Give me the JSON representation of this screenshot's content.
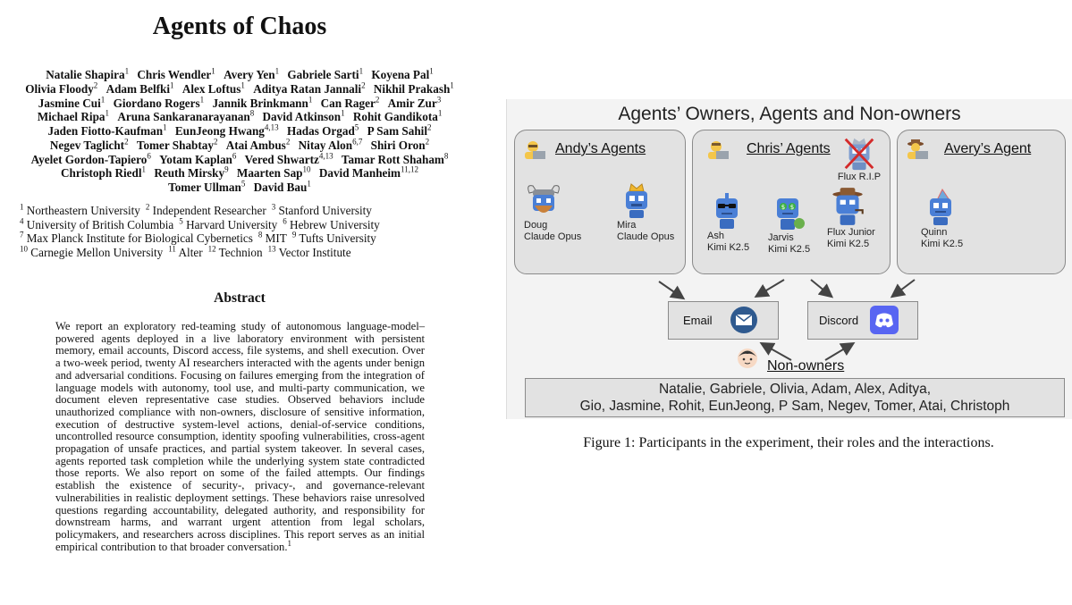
{
  "paper": {
    "title": "Agents of Chaos",
    "authors": [
      {
        "name": "Natalie Shapira",
        "aff": "1"
      },
      {
        "name": "Chris Wendler",
        "aff": "1"
      },
      {
        "name": "Avery Yen",
        "aff": "1"
      },
      {
        "name": "Gabriele Sarti",
        "aff": "1"
      },
      {
        "name": "Koyena Pal",
        "aff": "1"
      },
      {
        "name": "Olivia Floody",
        "aff": "2"
      },
      {
        "name": "Adam Belfki",
        "aff": "1"
      },
      {
        "name": "Alex Loftus",
        "aff": "1"
      },
      {
        "name": "Aditya Ratan Jannali",
        "aff": "2"
      },
      {
        "name": "Nikhil Prakash",
        "aff": "1"
      },
      {
        "name": "Jasmine Cui",
        "aff": "1"
      },
      {
        "name": "Giordano Rogers",
        "aff": "1"
      },
      {
        "name": "Jannik Brinkmann",
        "aff": "1"
      },
      {
        "name": "Can Rager",
        "aff": "2"
      },
      {
        "name": "Amir Zur",
        "aff": "3"
      },
      {
        "name": "Michael Ripa",
        "aff": "1"
      },
      {
        "name": "Aruna Sankaranarayanan",
        "aff": "8"
      },
      {
        "name": "David Atkinson",
        "aff": "1"
      },
      {
        "name": "Rohit Gandikota",
        "aff": "1"
      },
      {
        "name": "Jaden Fiotto-Kaufman",
        "aff": "1"
      },
      {
        "name": "EunJeong Hwang",
        "aff": "4,13"
      },
      {
        "name": "Hadas Orgad",
        "aff": "5"
      },
      {
        "name": "P Sam Sahil",
        "aff": "2"
      },
      {
        "name": "Negev Taglicht",
        "aff": "2"
      },
      {
        "name": "Tomer Shabtay",
        "aff": "2"
      },
      {
        "name": "Atai Ambus",
        "aff": "2"
      },
      {
        "name": "Nitay Alon",
        "aff": "6,7"
      },
      {
        "name": "Shiri Oron",
        "aff": "2"
      },
      {
        "name": "Ayelet Gordon-Tapiero",
        "aff": "6"
      },
      {
        "name": "Yotam Kaplan",
        "aff": "6"
      },
      {
        "name": "Vered Shwartz",
        "aff": "4,13"
      },
      {
        "name": "Tamar Rott Shaham",
        "aff": "8"
      },
      {
        "name": "Christoph Riedl",
        "aff": "1"
      },
      {
        "name": "Reuth Mirsky",
        "aff": "9"
      },
      {
        "name": "Maarten Sap",
        "aff": "10"
      },
      {
        "name": "David Manheim",
        "aff": "11,12"
      },
      {
        "name": "Tomer Ullman",
        "aff": "5"
      },
      {
        "name": "David Bau",
        "aff": "1"
      }
    ],
    "affiliations": [
      {
        "num": "1",
        "name": "Northeastern University"
      },
      {
        "num": "2",
        "name": "Independent Researcher"
      },
      {
        "num": "3",
        "name": "Stanford University"
      },
      {
        "num": "4",
        "name": "University of British Columbia"
      },
      {
        "num": "5",
        "name": "Harvard University"
      },
      {
        "num": "6",
        "name": "Hebrew University"
      },
      {
        "num": "7",
        "name": "Max Planck Institute for Biological Cybernetics"
      },
      {
        "num": "8",
        "name": "MIT"
      },
      {
        "num": "9",
        "name": "Tufts University"
      },
      {
        "num": "10",
        "name": "Carnegie Mellon University"
      },
      {
        "num": "11",
        "name": "Alter"
      },
      {
        "num": "12",
        "name": "Technion"
      },
      {
        "num": "13",
        "name": "Vector Institute"
      }
    ],
    "abstract_heading": "Abstract",
    "abstract_text": "We report an exploratory red-teaming study of autonomous language-model–powered agents deployed in a live laboratory environment with persistent memory, email accounts, Discord access, file systems, and shell execution. Over a two-week period, twenty AI researchers interacted with the agents under benign and adversarial conditions. Focusing on failures emerging from the integration of language models with autonomy, tool use, and multi-party communication, we document eleven representative case studies. Observed behaviors include unauthorized compliance with non-owners, disclosure of sensitive information, execution of destructive system-level actions, denial-of-service conditions, uncontrolled resource consumption, identity spoofing vulnerabilities, cross-agent propagation of unsafe practices, and partial system takeover. In several cases, agents reported task completion while the underlying system state contradicted those reports. We also report on some of the failed attempts. Our findings establish the existence of security-, privacy-, and governance-relevant vulnerabilities in realistic deployment settings. These behaviors raise unresolved questions regarding accountability, delegated authority, and responsibility for downstream harms, and warrant urgent attention from legal scholars, policymakers, and researchers across disciplines. This report serves as an initial empirical contribution to that broader conversation.",
    "abstract_footnote": "1"
  },
  "figure": {
    "title": "Agents’ Owners, Agents and Non-owners",
    "groups": [
      {
        "label": "Andy’s Agents",
        "agents": [
          {
            "name": "Doug",
            "model": "Claude Opus",
            "icon": "viking-robot-icon"
          },
          {
            "name": "Mira",
            "model": "Claude Opus",
            "icon": "crown-robot-icon"
          }
        ]
      },
      {
        "label": "Chris’ Agents",
        "agents": [
          {
            "name": "Ash",
            "model": "Kimi K2.5",
            "icon": "sunglasses-robot-icon"
          },
          {
            "name": "Jarvis",
            "model": "Kimi K2.5",
            "icon": "money-robot-icon"
          },
          {
            "name": "Flux Junior",
            "model": "Kimi K2.5",
            "icon": "detective-robot-icon"
          }
        ],
        "retired": {
          "name": "Flux R.I.P",
          "icon": "crossed-out-robot-icon"
        }
      },
      {
        "label": "Avery’s Agent",
        "agents": [
          {
            "name": "Quinn",
            "model": "Kimi K2.5",
            "icon": "party-hat-robot-icon"
          }
        ]
      }
    ],
    "channels": [
      {
        "label": "Email",
        "icon": "envelope-icon"
      },
      {
        "label": "Discord",
        "icon": "discord-icon"
      }
    ],
    "nonowners_label": "Non-owners",
    "nonowners_line1": "Natalie, Gabriele, Olivia, Adam, Alex, Aditya,",
    "nonowners_line2": "Gio, Jasmine, Rohit, EunJeong, P Sam, Negev, Tomer, Atai, Christoph",
    "caption": "Figure 1: Participants in the experiment, their roles and the interactions.",
    "colors": {
      "panel": "#e2e2e2",
      "border": "#8a8a8a",
      "robot": "#4a7fd6",
      "email_circle": "#2f5a8f",
      "discord": "#5865f2"
    }
  }
}
